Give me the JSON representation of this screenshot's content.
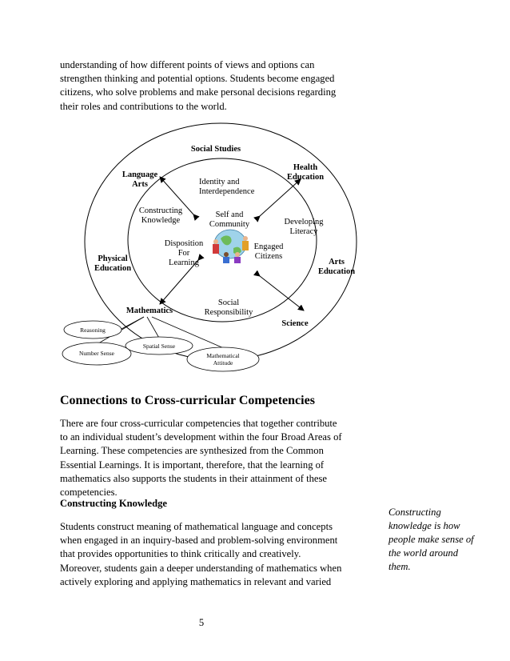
{
  "intro": {
    "line1": "understanding of how different points of views and options can",
    "line2": "strengthen thinking and potential options.  Students become engaged",
    "line3": "citizens, who solve problems and make personal decisions regarding",
    "line4": "their roles and contributions to the world."
  },
  "diagram": {
    "outer_labels": {
      "social_studies": "Social Studies",
      "language_arts_1": "Language",
      "language_arts_2": "Arts",
      "health_1": "Health",
      "health_2": "Education",
      "physical_1": "Physical",
      "physical_2": "Education",
      "arts_1": "Arts",
      "arts_2": "Education",
      "mathematics": "Mathematics",
      "science": "Science"
    },
    "middle_labels": {
      "identity_1": "Identity and",
      "identity_2": "Interdependence",
      "constructing_1": "Constructing",
      "constructing_2": "Knowledge",
      "developing_1": "Developing",
      "developing_2": "Literacy",
      "social_resp_1": "Social",
      "social_resp_2": "Responsibility"
    },
    "inner_labels": {
      "self_1": "Self and",
      "self_2": "Community",
      "disposition_1": "Disposition",
      "disposition_2": "For",
      "disposition_3": "Learning",
      "engaged_1": "Engaged",
      "engaged_2": "Citizens"
    },
    "math_ellipses": {
      "reasoning": "Reasoning",
      "spatial_sense": "Spatial Sense",
      "number_sense": "Number Sense",
      "attitude_1": "Mathematical",
      "attitude_2": "Attitude"
    },
    "globe_icon": "children-around-globe-icon"
  },
  "section": {
    "heading": "Connections to Cross-curricular Competencies",
    "p1_line1": "There are four cross-curricular competencies that together contribute",
    "p1_line2": "to an individual student’s development within the four Broad Areas of",
    "p1_line3": "Learning.  These competencies are synthesized from the Common",
    "p1_line4": "Essential Learnings.  It is important, therefore, that the learning of",
    "p1_line5": "mathematics also supports the students in their attainment of these",
    "p1_line6": "competencies."
  },
  "subsection": {
    "heading": "Constructing Knowledge",
    "p_line1": "Students construct meaning of mathematical language and concepts",
    "p_line2": "when engaged in an inquiry-based and problem-solving environment",
    "p_line3": "that provides opportunities to think critically and creatively.",
    "p_line4": "Moreover, students gain a deeper understanding of mathematics when",
    "p_line5": "actively exploring and applying mathematics in relevant and varied"
  },
  "sidenote": {
    "line1": "Constructing",
    "line2": "knowledge is how",
    "line3": "people make sense of",
    "line4": "the world around",
    "line5": "them."
  },
  "page_number": "5"
}
